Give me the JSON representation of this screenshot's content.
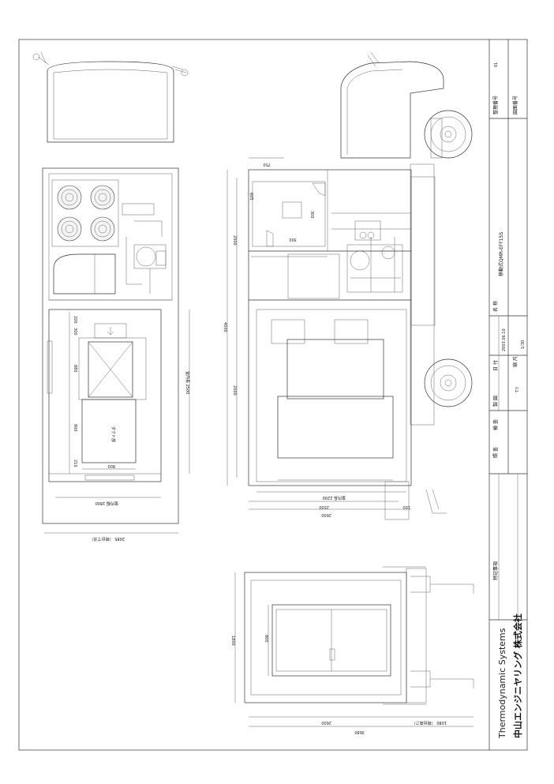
{
  "title_block": {
    "seiri_label": "整理番号",
    "seiri_value": "01",
    "zumen_label": "図面番号",
    "meisho_label": "名 称",
    "meisho_value": "移動式QMR-EFF15S",
    "hizuke_label": "日 付",
    "hizuke_value": "2003.06.10",
    "shakudo_label": "縮 尺",
    "shakudo_value": "1/30",
    "seizu_label": "製 図",
    "seizu_value": "T.Y",
    "kento_label": "検 査",
    "shonin_label": "照 査",
    "tokki_label": "特記事項",
    "company_en": "Thermodynamic Systems",
    "company_jp": "中山エンジニヤリング 株式会社"
  },
  "plan_view": {
    "dims": {
      "d200": "200",
      "d300": "300",
      "d880": "880",
      "d900": "900",
      "d210": "210",
      "d800": "800",
      "inner_width": "室内幅 1800",
      "inner_length": "室内長 2500",
      "outer_width": "2085 （荷台寸法）"
    },
    "duct_label": "ダクト部"
  },
  "side_view": {
    "dims": {
      "d750": "750",
      "d605": "605",
      "d300a": "300",
      "d300b": "300",
      "d2000a": "2000",
      "d2000b": "2000",
      "d4000": "4000",
      "inner_length": "室内長 2200",
      "d2500": "2500",
      "d2600": "2600",
      "d100": "100"
    }
  },
  "rear_view": {
    "dims": {
      "d1800": "1800",
      "d800": "800",
      "d2600": "2600",
      "d1080": "1080 （荷台高さ）",
      "d3680": "3680"
    }
  }
}
